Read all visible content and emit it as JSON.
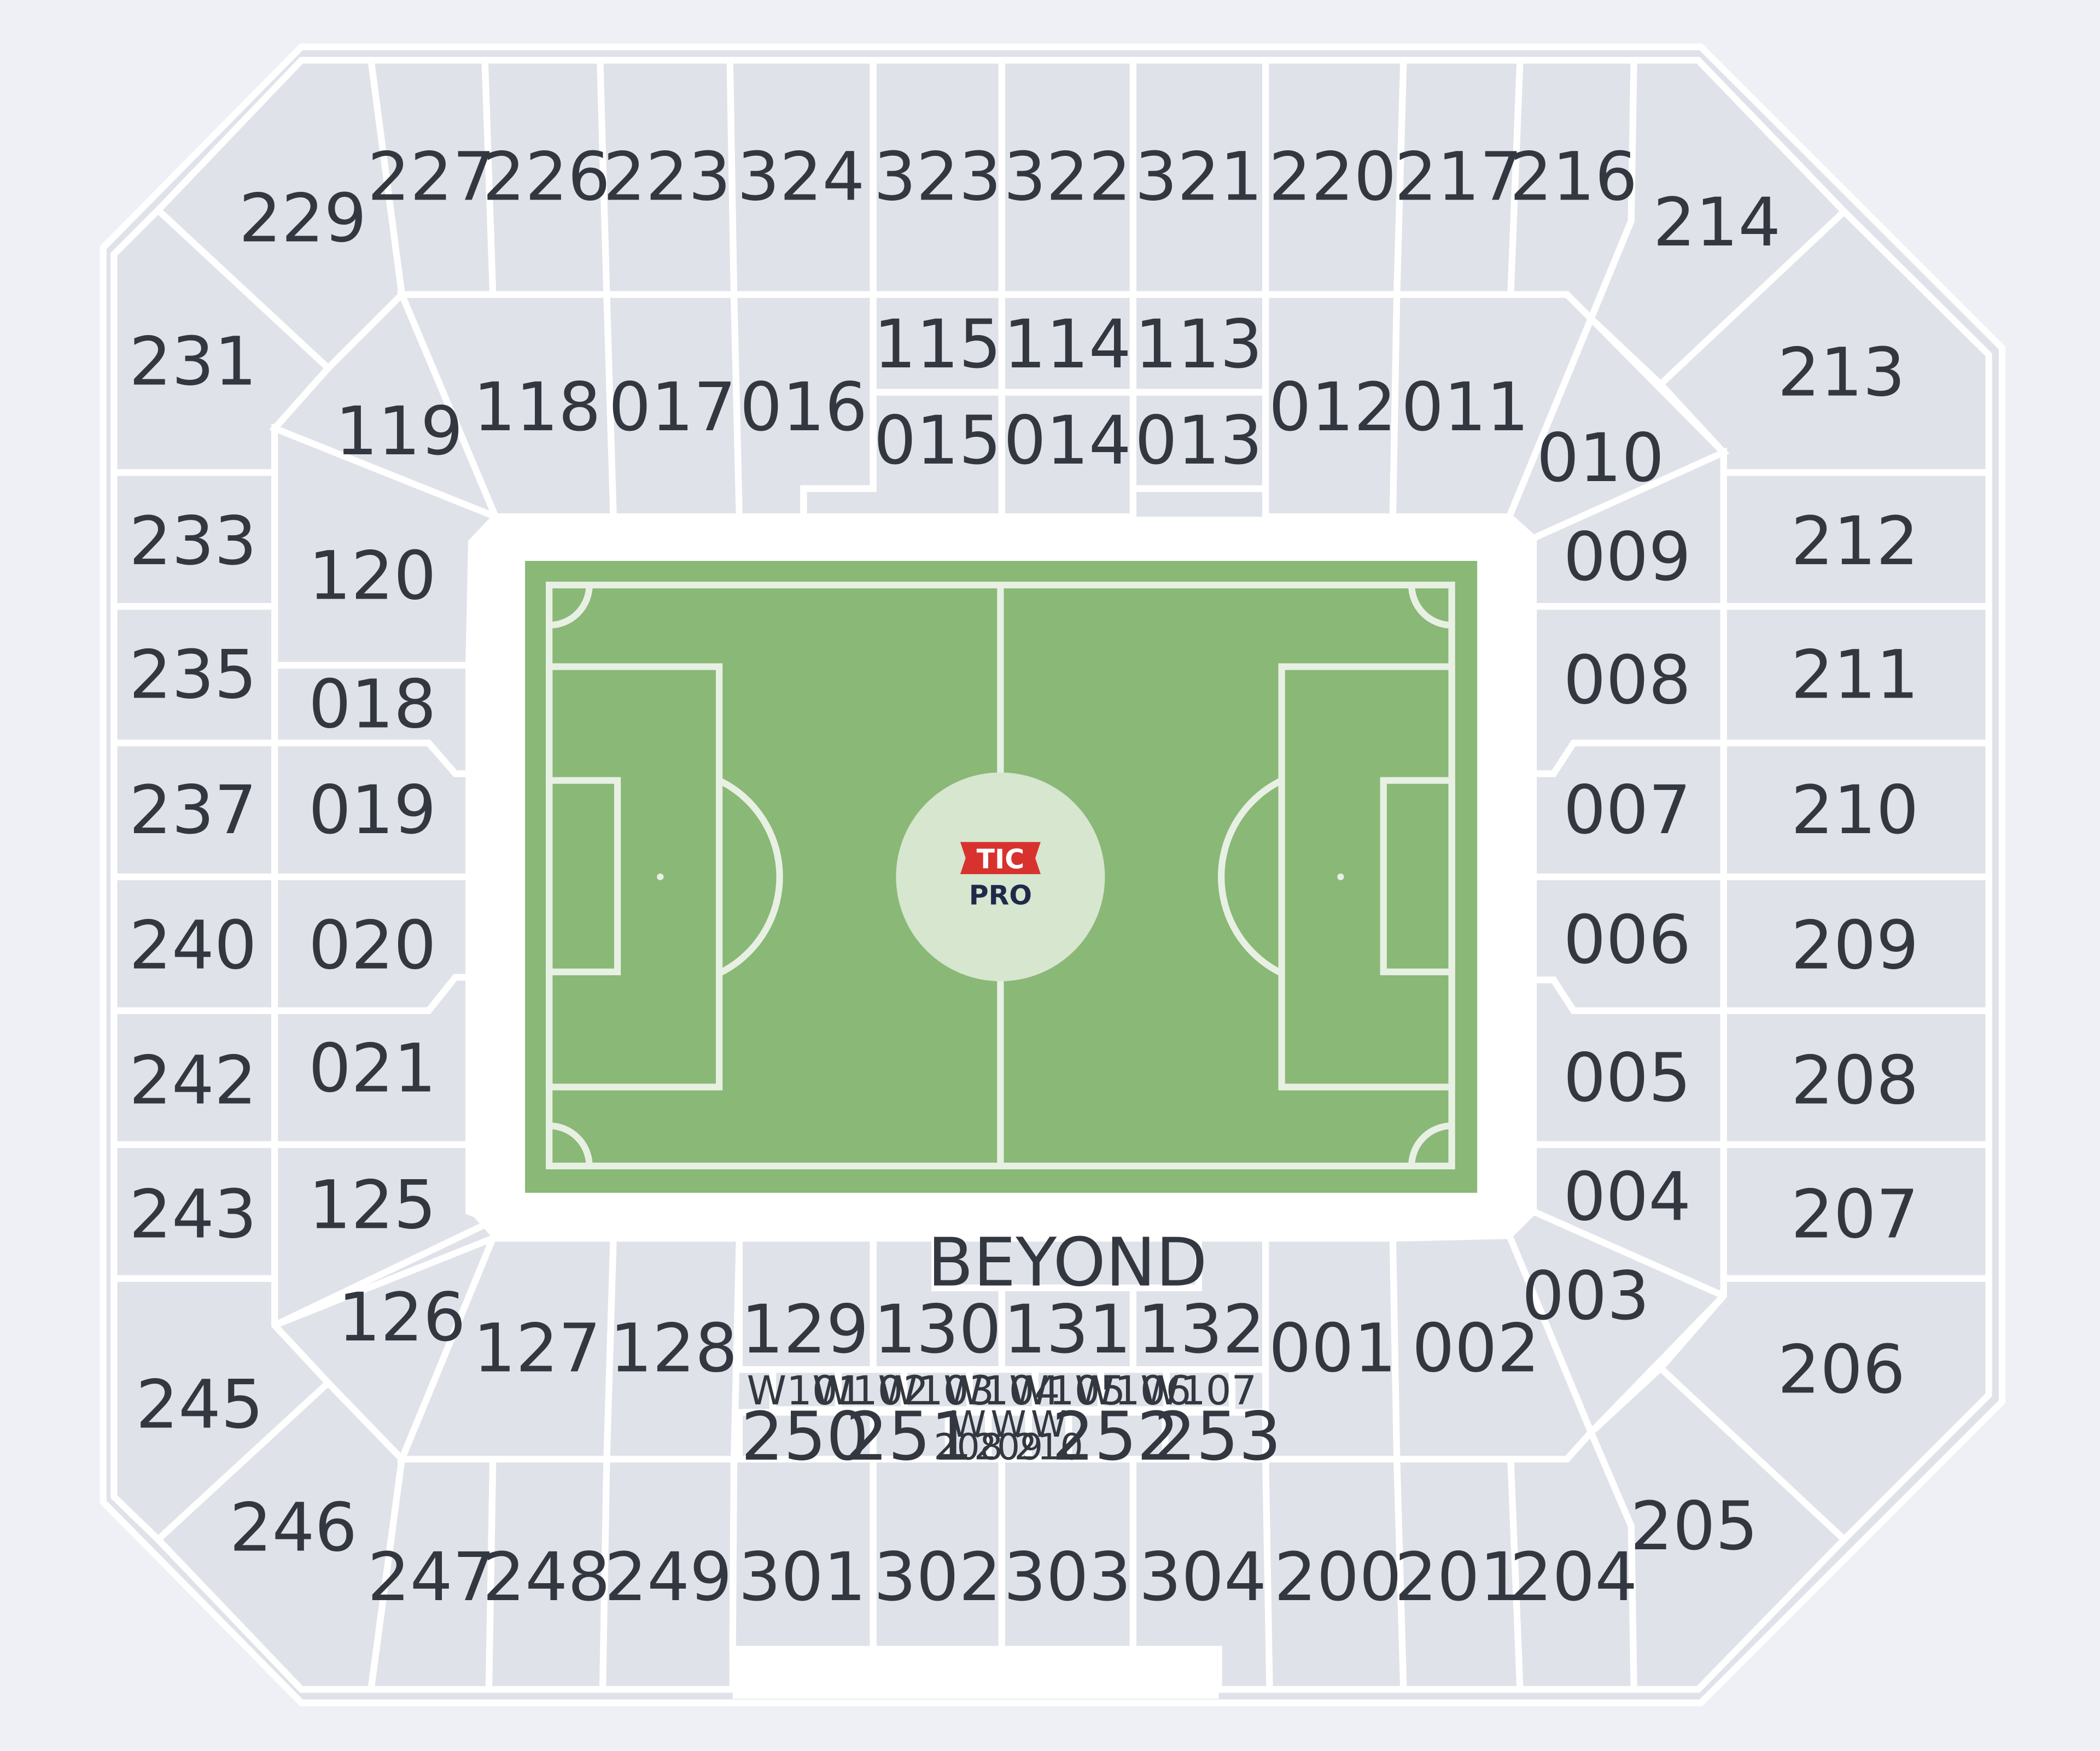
{
  "map": {
    "colors": {
      "page_background": "#eef0f5",
      "section_fill": "#dfe2e9",
      "section_divider": "#ffffff",
      "pitch_grass": "#8ab877",
      "pitch_lines": "#e8f0e4",
      "logo_red": "#d8322e",
      "logo_navy": "#1f2a4a"
    },
    "logo": {
      "top": "TIC",
      "bottom": "PRO"
    },
    "beyond_label": "BEYOND",
    "sections": {
      "s229": "229",
      "s227": "227",
      "s226": "226",
      "s223": "223",
      "s324": "324",
      "s323": "323",
      "s322": "322",
      "s321": "321",
      "s220": "220",
      "s217": "217",
      "s216": "216",
      "s214": "214",
      "s213": "213",
      "s231": "231",
      "s119": "119",
      "s118": "118",
      "s017": "017",
      "s016": "016",
      "s115": "115",
      "s114": "114",
      "s113": "113",
      "s015": "015",
      "s014": "014",
      "s013": "013",
      "s012": "012",
      "s011": "011",
      "s010": "010",
      "s233": "233",
      "s120": "120",
      "s235": "235",
      "s018": "018",
      "s237": "237",
      "s019": "019",
      "s240": "240",
      "s020": "020",
      "s242": "242",
      "s021": "021",
      "s243": "243",
      "s125": "125",
      "s126": "126",
      "s245": "245",
      "s246": "246",
      "s009": "009",
      "s212": "212",
      "s008": "008",
      "s211": "211",
      "s007": "007",
      "s210": "210",
      "s006": "006",
      "s209": "209",
      "s005": "005",
      "s208": "208",
      "s004": "004",
      "s207": "207",
      "s003": "003",
      "s206": "206",
      "s205": "205",
      "s127": "127",
      "s128": "128",
      "s129": "129",
      "s130": "130",
      "s131": "131",
      "s132": "132",
      "s001": "001",
      "s002": "002",
      "sW101": "W101",
      "sW102": "W102",
      "sW103": "W103",
      "sW104": "W104",
      "sW105": "W105",
      "sW106": "W106",
      "sW107": "W107",
      "s250": "250",
      "s251": "251",
      "s252": "252",
      "s253": "253",
      "sW208": [
        "W",
        "208"
      ],
      "sW209": [
        "W",
        "209"
      ],
      "sW210": [
        "W",
        "210"
      ],
      "s247": "247",
      "s248": "248",
      "s249": "249",
      "s301": "301",
      "s302": "302",
      "s303": "303",
      "s304": "304",
      "s200": "200",
      "s201": "201",
      "s204": "204"
    }
  }
}
